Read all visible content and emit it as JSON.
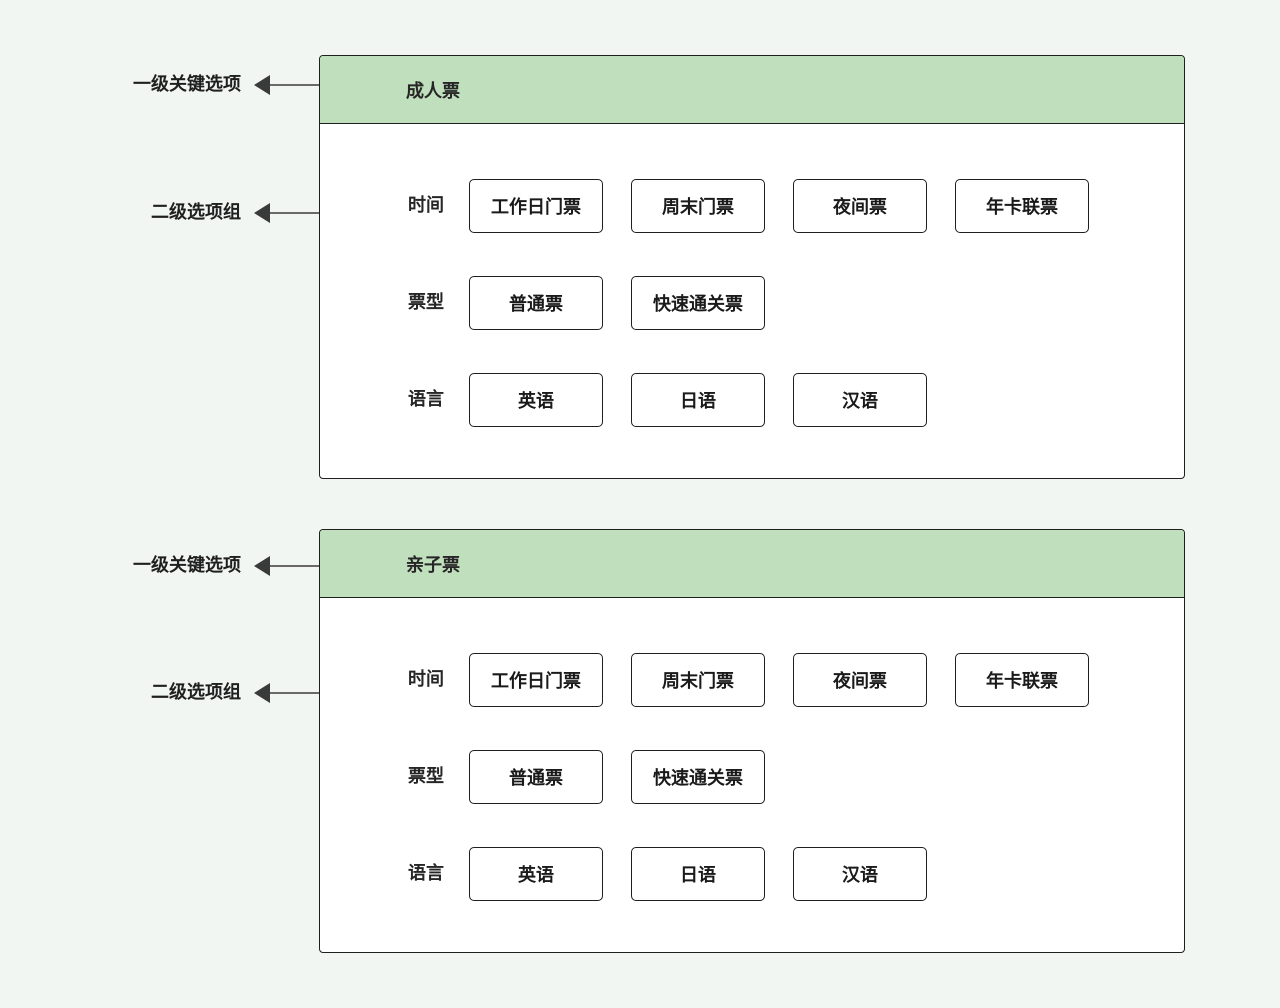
{
  "annotations": {
    "primary_label": "一级关键选项",
    "secondary_label": "二级选项组"
  },
  "panels": [
    {
      "title": "成人票",
      "rows": [
        {
          "label": "时间",
          "options": [
            "工作日门票",
            "周末门票",
            "夜间票",
            "年卡联票"
          ]
        },
        {
          "label": "票型",
          "options": [
            "普通票",
            "快速通关票"
          ]
        },
        {
          "label": "语言",
          "options": [
            "英语",
            "日语",
            "汉语"
          ]
        }
      ]
    },
    {
      "title": "亲子票",
      "rows": [
        {
          "label": "时间",
          "options": [
            "工作日门票",
            "周末门票",
            "夜间票",
            "年卡联票"
          ]
        },
        {
          "label": "票型",
          "options": [
            "普通票",
            "快速通关票"
          ]
        },
        {
          "label": "语言",
          "options": [
            "英语",
            "日语",
            "汉语"
          ]
        }
      ]
    }
  ],
  "colors": {
    "page_background": "#f1f6f3",
    "header_green": "#c0dfbc",
    "border": "#1f1f1f"
  }
}
